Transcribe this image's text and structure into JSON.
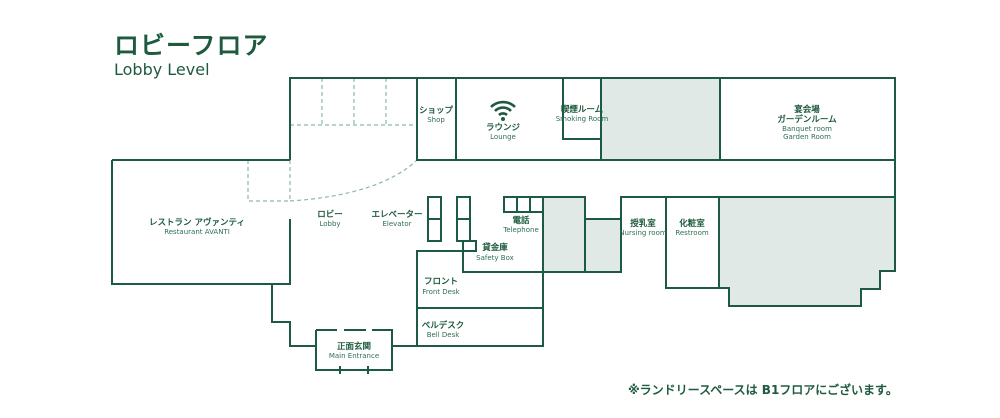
{
  "header": {
    "title": "ロビーフロア",
    "subtitle": "Lobby Level"
  },
  "rooms": {
    "shop": {
      "jp": "ショップ",
      "en": "Shop"
    },
    "lounge": {
      "jp": "ラウンジ",
      "en": "Lounge",
      "icon": "wifi-icon"
    },
    "smoking": {
      "jp": "喫煙ルーム",
      "en": "Smoking Room"
    },
    "banquet": {
      "jp": "宴会場",
      "jp2": "ガーデンルーム",
      "en": "Banquet room",
      "en2": "Garden Room"
    },
    "restaurant": {
      "jp": "レストラン アヴァンティ",
      "en": "Restaurant AVANTI"
    },
    "lobby": {
      "jp": "ロビー",
      "en": "Lobby"
    },
    "elevator": {
      "jp": "エレベーター",
      "en": "Elevator"
    },
    "telephone": {
      "jp": "電話",
      "en": "Telephone"
    },
    "safety": {
      "jp": "貸金庫",
      "en": "Safety Box"
    },
    "nursing": {
      "jp": "授乳室",
      "en": "Nursing room"
    },
    "restroom": {
      "jp": "化粧室",
      "en": "Restroom"
    },
    "front": {
      "jp": "フロント",
      "en": "Front Desk"
    },
    "bell": {
      "jp": "ベルデスク",
      "en": "Bell Desk"
    },
    "entrance": {
      "jp": "正面玄関",
      "en": "Main Entrance"
    }
  },
  "footer": {
    "note": "※ランドリースペースは B1フロアにございます。"
  },
  "colors": {
    "wall": "#1d5a45",
    "shaded": "#e0e9e5",
    "text": "#1e5b3e"
  }
}
